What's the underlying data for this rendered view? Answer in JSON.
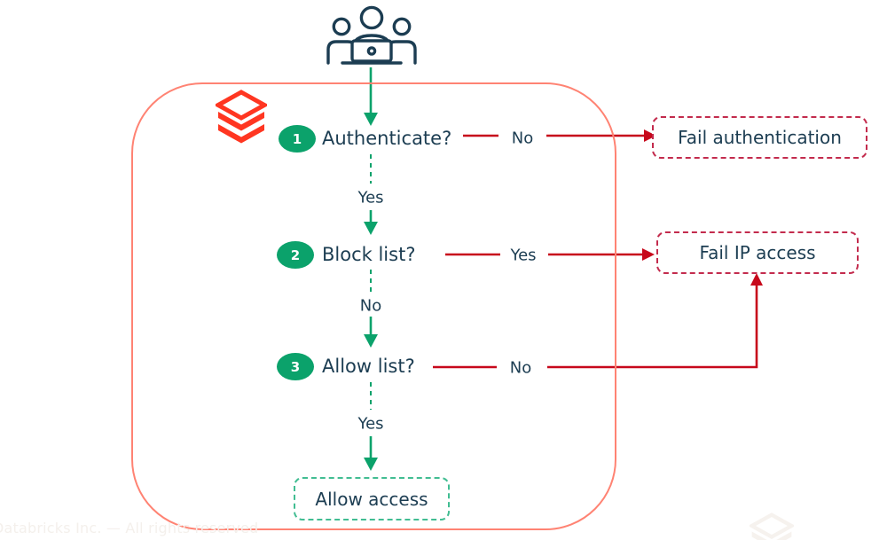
{
  "diagram": {
    "title_icon": "user-group-icon",
    "brand_icon": "databricks-logo",
    "steps": [
      {
        "number": "1",
        "label": "Authenticate?",
        "branch_label": "No",
        "branch_target": "Fail authentication"
      },
      {
        "number": "2",
        "label": "Block list?",
        "branch_label": "Yes",
        "branch_target": "Fail IP access"
      },
      {
        "number": "3",
        "label": "Allow list?",
        "branch_label": "No",
        "branch_target": "Fail IP access"
      }
    ],
    "connectors": {
      "step1_to_step2": "Yes",
      "step2_to_step3": "No",
      "step3_to_allow": "Yes"
    },
    "outcomes": {
      "fail_auth": "Fail authentication",
      "fail_ip": "Fail IP access",
      "allow": "Allow access"
    },
    "footer": {
      "copyright": "Databricks Inc. — All rights reserved"
    },
    "colors": {
      "green": "#0BA26B",
      "light_green": "#41BD92",
      "red": "#C7081B",
      "crimson_dashed": "#C32B4D",
      "container_salmon": "#FF8373",
      "brand_red": "#FF3621",
      "ink": "#1C3D52"
    }
  }
}
